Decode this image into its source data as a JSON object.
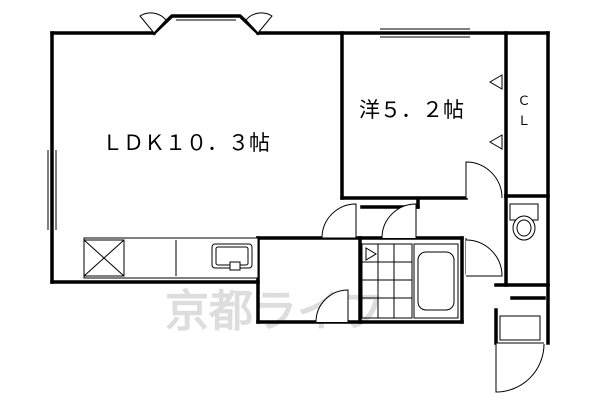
{
  "rooms": {
    "ldk_label": "ＬＤＫ１０．３帖",
    "western_label": "洋５．２帖",
    "closet_label_c": "Ｃ",
    "closet_label_l": "Ｌ"
  },
  "watermark": "京都ライフ"
}
